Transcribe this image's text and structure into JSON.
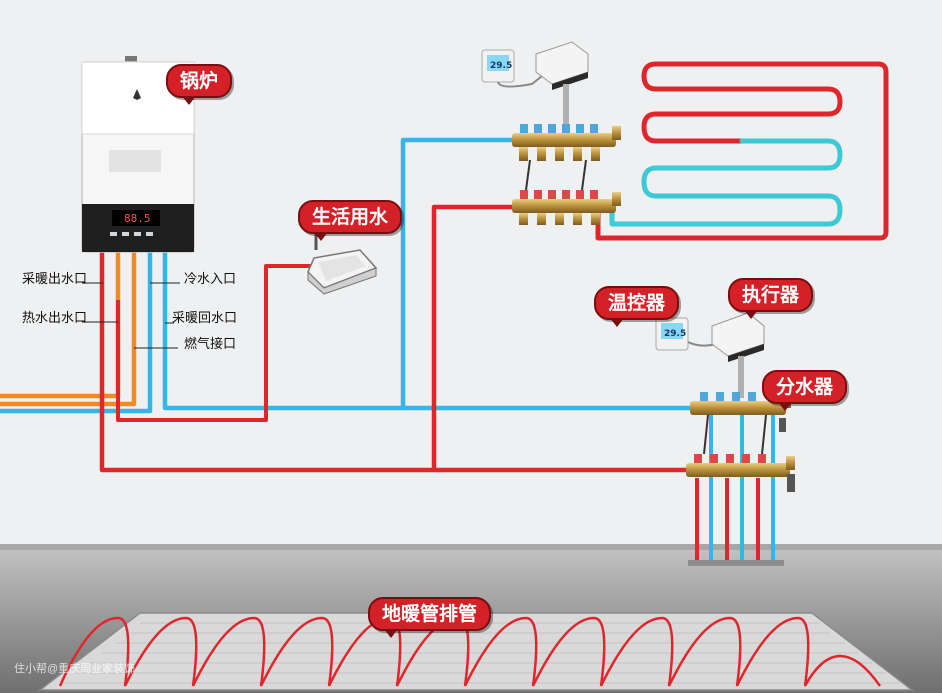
{
  "labels": {
    "boiler": "锅炉",
    "domestic_water": "生活用水",
    "thermostat": "温控器",
    "actuator": "执行器",
    "manifold": "分水器",
    "floor_piping": "地暖管排管"
  },
  "ports": {
    "heating_out": "采暖出水口",
    "hot_water_out": "热水出水口",
    "cold_water_in": "冷水入口",
    "heating_return": "采暖回水口",
    "gas_inlet": "燃气接口"
  },
  "thermostat_reading": "29.5",
  "boiler_display": "88.5",
  "watermark": "住小帮@重庆周业家装饰",
  "colors": {
    "hot_pipe": "#e1262b",
    "cold_pipe": "#35b6e6",
    "return_loop": "#3ec9d6",
    "gas_pipe": "#f08a24",
    "label_bg": "#d42127",
    "floor": "#9b9b9b",
    "wall": "#eef0f1"
  }
}
